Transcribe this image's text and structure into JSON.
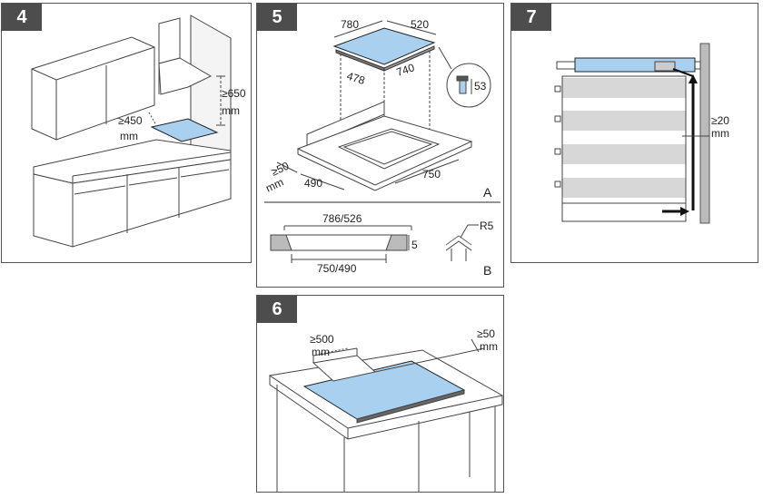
{
  "panels": {
    "p4": {
      "badge": "4",
      "label_hood_height": "≥650",
      "label_hood_unit": "mm",
      "label_wall_gap": "≥450",
      "label_wall_unit": "mm"
    },
    "p5": {
      "badge": "5",
      "hob_width": "780",
      "hob_depth": "520",
      "cut_depth": "478",
      "cut_width": "740",
      "detail_height": "53",
      "edge_gap": "≥50",
      "edge_unit": "mm",
      "opening_depth": "490",
      "opening_width": "750",
      "view_a": "A",
      "section_top": "786/526",
      "section_bottom": "750/490",
      "section_depth": "5",
      "radius": "R5",
      "view_b": "B"
    },
    "p6": {
      "badge": "6",
      "back_clearance": "≥500",
      "back_unit": "mm",
      "side_clearance": "≥50",
      "side_unit": "mm"
    },
    "p7": {
      "badge": "7",
      "air_gap": "≥20",
      "air_unit": "mm"
    }
  },
  "colors": {
    "hob_glass": "#a9d1ef",
    "badge_bg": "#4d4d4d",
    "drawer_stripe": "#d7d7d7"
  }
}
